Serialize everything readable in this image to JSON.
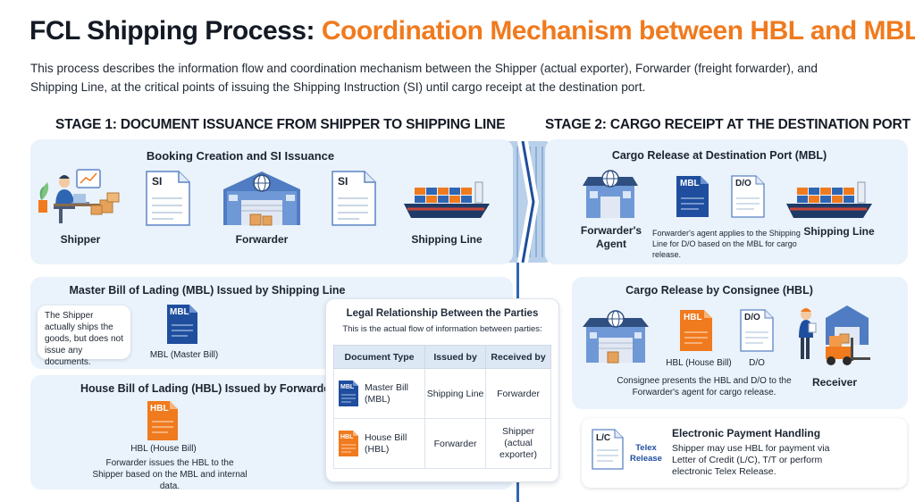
{
  "title": {
    "part1": "FCL Shipping Process:",
    "part2": "Coordination Mechanism between HBL and MBL"
  },
  "intro": "This process describes the information flow and coordination mechanism between the Shipper (actual exporter), Forwarder (freight forwarder), and Shipping Line, at the critical points of issuing the Shipping Instruction (SI) until cargo receipt at the destination port.",
  "stage1": {
    "heading": "STAGE 1: DOCUMENT ISSUANCE FROM SHIPPER TO SHIPPING LINE",
    "booking": {
      "title": "Booking Creation and SI Issuance",
      "shipper": "Shipper",
      "forwarder": "Forwarder",
      "shipping_line": "Shipping Line",
      "doc": "SI"
    },
    "mbl": {
      "title": "Master Bill of Lading (MBL) Issued by Shipping Line",
      "note": "The Shipper actually ships the goods, but does not issue any documents.",
      "doc": "MBL",
      "caption": "MBL (Master Bill)"
    },
    "hbl": {
      "title": "House Bill of Lading (HBL) Issued by Forwarder",
      "doc": "HBL",
      "caption": "HBL (House Bill)",
      "note": "Forwarder issues the HBL to the Shipper based on the MBL and internal data."
    }
  },
  "legal": {
    "title": "Legal Relationship Between the Parties",
    "subtitle": "This is the actual flow of information between parties:",
    "headers": [
      "Document Type",
      "Issued by",
      "Received by"
    ],
    "rows": [
      {
        "icon": "MBL",
        "doc": "Master Bill (MBL)",
        "issued": "Shipping Line",
        "received": "Forwarder"
      },
      {
        "icon": "HBL",
        "doc": "House Bill (HBL)",
        "issued": "Forwarder",
        "received": "Shipper (actual exporter)"
      }
    ]
  },
  "stage2": {
    "heading": "STAGE 2: CARGO RECEIPT AT THE DESTINATION PORT",
    "mbl_release": {
      "title": "Cargo Release at Destination Port (MBL)",
      "agent": "Forwarder's Agent",
      "doc1": "MBL",
      "doc2": "D/O",
      "note": "Forwarder's agent applies to the Shipping Line for D/O based on the MBL for cargo release.",
      "shipping_line": "Shipping Line"
    },
    "hbl_release": {
      "title": "Cargo Release by Consignee (HBL)",
      "doc1": "HBL",
      "doc2": "D/O",
      "caption1": "HBL (House Bill)",
      "caption2": "D/O",
      "note": "Consignee presents the HBL and D/O to the Forwarder's agent for cargo release.",
      "receiver": "Receiver"
    },
    "payment": {
      "title": "Electronic Payment Handling",
      "doc": "L/C",
      "telex": "Telex Release",
      "text": "Shipper may use HBL for payment via Letter of Credit (L/C), T/T or perform electronic Telex Release."
    }
  },
  "colors": {
    "accent": "#f07a1e",
    "navy": "#1f4e9e",
    "panel": "#eaf2fb"
  }
}
